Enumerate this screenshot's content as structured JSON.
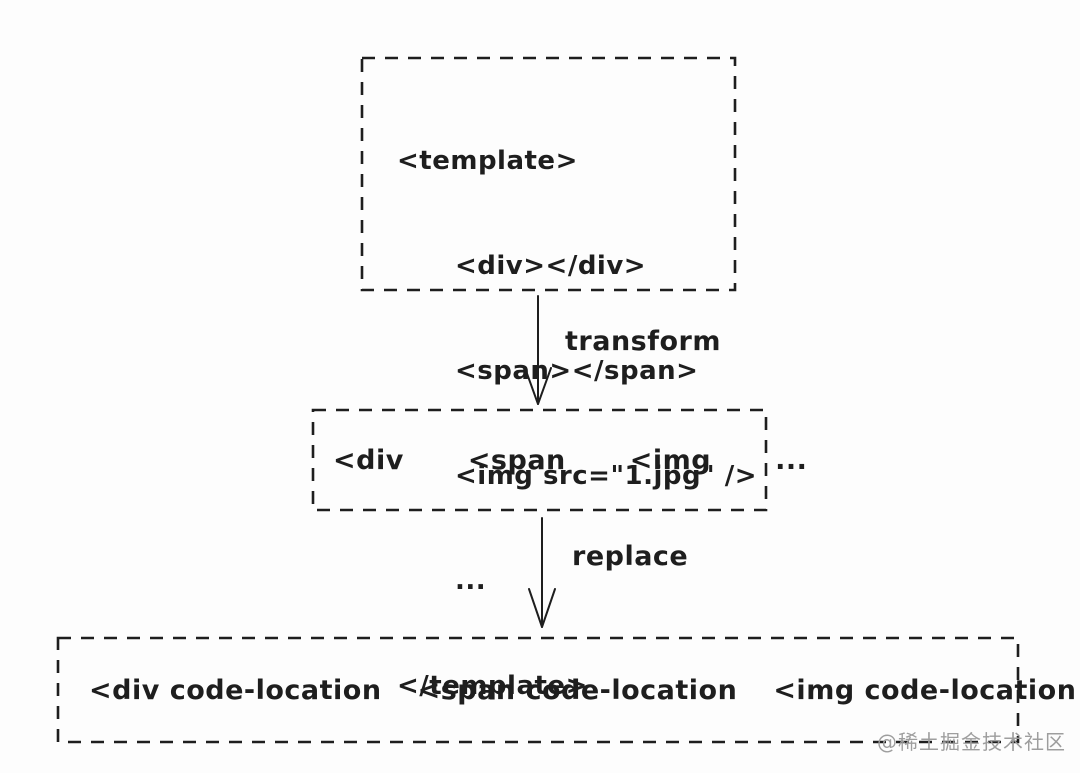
{
  "canvas": {
    "background": "#fdfdfd",
    "ink_color": "#1e1e1e"
  },
  "template_box": {
    "lines": [
      "<template>",
      "<div></div>",
      "<span></span>",
      "<img src=\"1.jpg\" />",
      "...",
      "</template>"
    ]
  },
  "transform_step": {
    "label": "transform"
  },
  "tags_box": {
    "items": [
      "<div",
      "<span",
      "<img",
      "..."
    ]
  },
  "replace_step": {
    "label": "replace"
  },
  "code_location_box": {
    "items": [
      "<div code-location",
      "<span code-location",
      "<img code-location",
      "..."
    ]
  },
  "watermark": {
    "text": "@稀土掘金技术社区",
    "color": "#9e9e9e"
  }
}
